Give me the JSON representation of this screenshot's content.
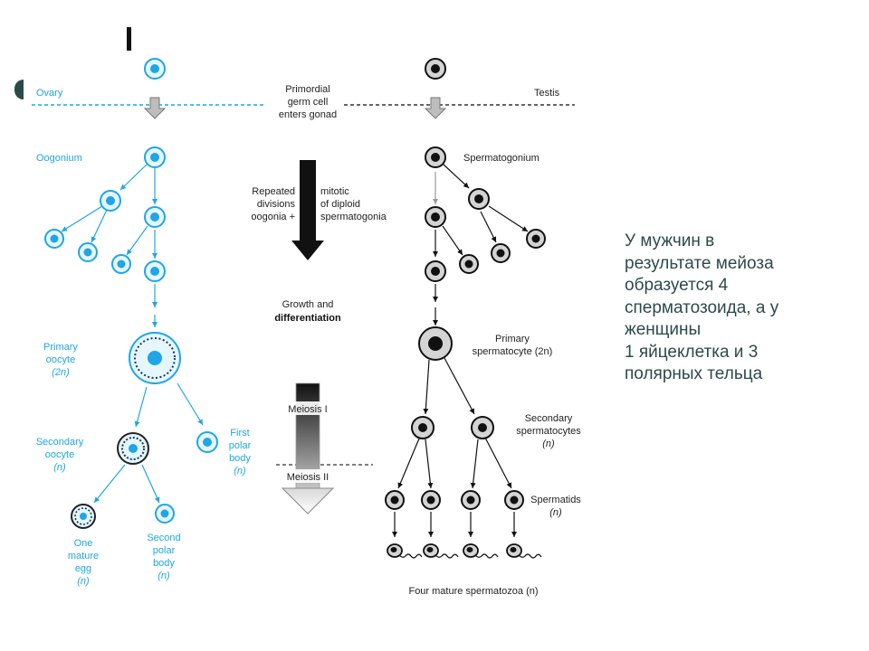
{
  "colors": {
    "female": "#1ea6e6",
    "male": "#111111",
    "note": "#2c4a4a",
    "arrow_grey": "#9a9a9a"
  },
  "labels": {
    "ovary": "Ovary",
    "testis": "Testis",
    "primordial": [
      "Primordial",
      "germ cell",
      "enters gonad"
    ],
    "oogonium": "Oogonium",
    "spermatogonium": "Spermatogonium",
    "repeated_left": [
      "Repeated",
      "divisions",
      "oogonia +"
    ],
    "repeated_right": [
      "mitotic",
      "of diploid",
      "spermatogonia"
    ],
    "growth": [
      "Growth and",
      "differentiation"
    ],
    "primary_oocyte": [
      "Primary",
      "oocyte",
      "(2n)"
    ],
    "primary_spermatocyte": [
      "Primary",
      "spermatocyte (2n)"
    ],
    "meiosis_1": "Meiosis I",
    "meiosis_2": "Meiosis II",
    "secondary_oocyte": [
      "Secondary",
      "oocyte",
      "(n)"
    ],
    "first_polar": [
      "First",
      "polar",
      "body",
      "(n)"
    ],
    "secondary_spermatocytes": [
      "Secondary",
      "spermatocytes",
      "(n)"
    ],
    "spermatids": [
      "Spermatids",
      "(n)"
    ],
    "mature_egg": [
      "One",
      "mature",
      "egg",
      "(n)"
    ],
    "second_polar": [
      "Second",
      "polar",
      "body",
      "(n)"
    ],
    "spermatozoa": "Four mature spermatozoa (n)"
  },
  "note": {
    "lines": [
      "У мужчин в",
      "результате мейоза",
      "образуется 4",
      "сперматозоида, а у",
      "женщины",
      "1 яйцеклетка и 3",
      "полярных тельца"
    ]
  }
}
